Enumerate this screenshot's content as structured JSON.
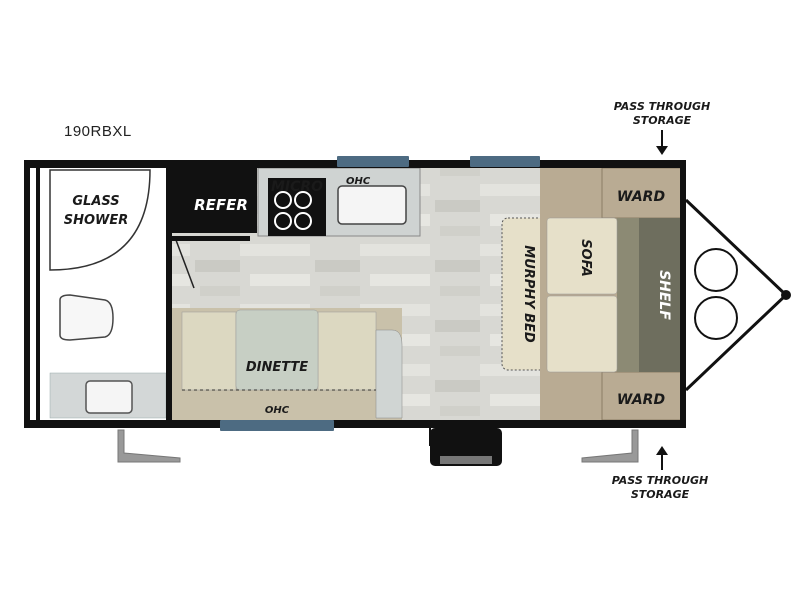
{
  "model": "190RBXL",
  "labels": {
    "glass_shower_1": "GLASS",
    "glass_shower_2": "SHOWER",
    "refer": "REFER",
    "micro": "MICRO",
    "ohc_kitchen": "OHC",
    "ward_top": "WARD",
    "ward_bottom": "WARD",
    "sofa": "SOFA",
    "murphy_bed": "MURPHY BED",
    "shelf": "SHELF",
    "dinette": "DINETTE",
    "ohc_dinette": "OHC",
    "storage_top_1": "PASS THROUGH",
    "storage_top_2": "STORAGE",
    "storage_bottom_1": "PASS THROUGH",
    "storage_bottom_2": "STORAGE"
  },
  "colors": {
    "wall": "#111111",
    "floor": "#d9d9d4",
    "window": "#4d6b82",
    "sofa": "#b9ab93",
    "cushion": "#e6e0c9",
    "shelf": "#6e6e5e",
    "dinette_seat": "#dcd8c1",
    "dinette_table": "#c7cfc4",
    "counter": "#cfd3d2"
  }
}
